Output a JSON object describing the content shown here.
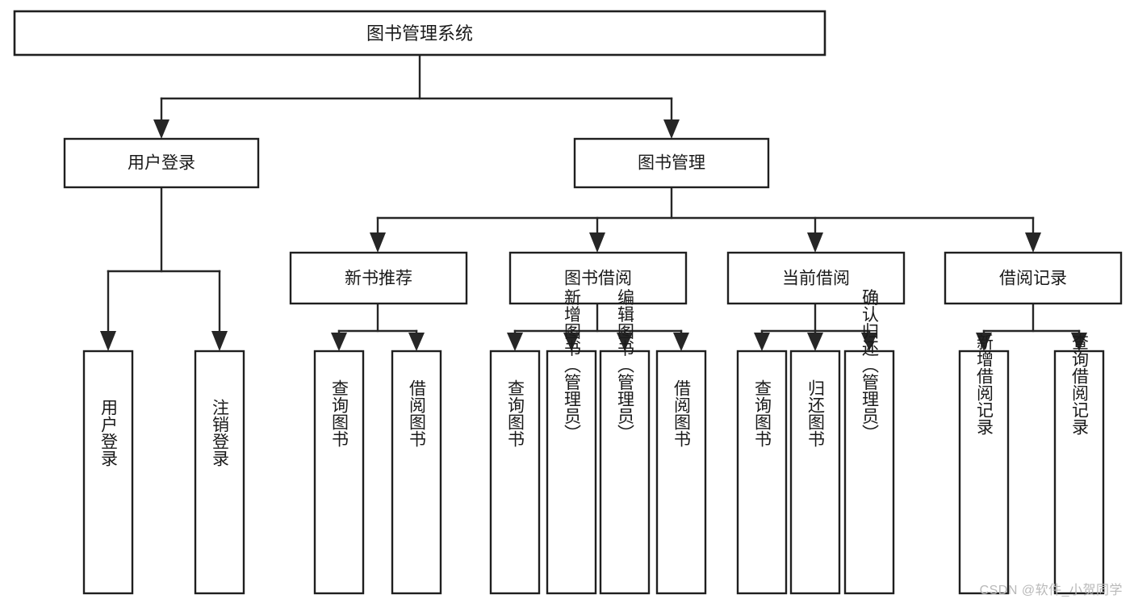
{
  "diagram": {
    "type": "tree-hierarchy",
    "title": "图书管理系统",
    "watermark": "CSDN @软件_小贺同学",
    "colors": {
      "background": "#ffffff",
      "stroke": "#1f1f1f",
      "text": "#1a1a1a",
      "watermark": "#b9b9b9"
    },
    "nodes": {
      "root": {
        "label": "图书管理系统",
        "level": 1
      },
      "user_login": {
        "label": "用户登录",
        "level": 2
      },
      "book_manage": {
        "label": "图书管理",
        "level": 2
      },
      "new_book_rec": {
        "label": "新书推荐",
        "level": 3
      },
      "book_borrow": {
        "label": "图书借阅",
        "level": 3
      },
      "current_borrow": {
        "label": "当前借阅",
        "level": 3
      },
      "borrow_record": {
        "label": "借阅记录",
        "level": 3
      },
      "leaf_user_login": {
        "label": "用户登录",
        "level": 3
      },
      "leaf_logout": {
        "label": "注销登录",
        "level": 3
      },
      "leaf_query_book_1": {
        "label": "查询图书",
        "level": 4
      },
      "leaf_borrow_book_1": {
        "label": "借阅图书",
        "level": 4
      },
      "leaf_query_book_2": {
        "label": "查询图书",
        "level": 4
      },
      "leaf_add_book": {
        "label": "新增图书（管理员）",
        "level": 4
      },
      "leaf_edit_book": {
        "label": "编辑图书（管理员）",
        "level": 4
      },
      "leaf_borrow_book_2": {
        "label": "借阅图书",
        "level": 4
      },
      "leaf_query_book_3": {
        "label": "查询图书",
        "level": 4
      },
      "leaf_return_book": {
        "label": "归还图书",
        "level": 4
      },
      "leaf_confirm_return": {
        "label": "确认归还（管理员）",
        "level": 4
      },
      "leaf_add_record": {
        "label": "新增借阅记录",
        "level": 4
      },
      "leaf_query_record": {
        "label": "查询借阅记录",
        "level": 4
      }
    },
    "edges": [
      {
        "from": "root",
        "to": "user_login"
      },
      {
        "from": "root",
        "to": "book_manage"
      },
      {
        "from": "user_login",
        "to": "leaf_user_login"
      },
      {
        "from": "user_login",
        "to": "leaf_logout"
      },
      {
        "from": "book_manage",
        "to": "new_book_rec"
      },
      {
        "from": "book_manage",
        "to": "book_borrow"
      },
      {
        "from": "book_manage",
        "to": "current_borrow"
      },
      {
        "from": "book_manage",
        "to": "borrow_record"
      },
      {
        "from": "new_book_rec",
        "to": "leaf_query_book_1"
      },
      {
        "from": "new_book_rec",
        "to": "leaf_borrow_book_1"
      },
      {
        "from": "book_borrow",
        "to": "leaf_query_book_2"
      },
      {
        "from": "book_borrow",
        "to": "leaf_add_book"
      },
      {
        "from": "book_borrow",
        "to": "leaf_edit_book"
      },
      {
        "from": "book_borrow",
        "to": "leaf_borrow_book_2"
      },
      {
        "from": "current_borrow",
        "to": "leaf_query_book_3"
      },
      {
        "from": "current_borrow",
        "to": "leaf_return_book"
      },
      {
        "from": "current_borrow",
        "to": "leaf_confirm_return"
      },
      {
        "from": "borrow_record",
        "to": "leaf_add_record"
      },
      {
        "from": "borrow_record",
        "to": "leaf_query_record"
      }
    ]
  }
}
